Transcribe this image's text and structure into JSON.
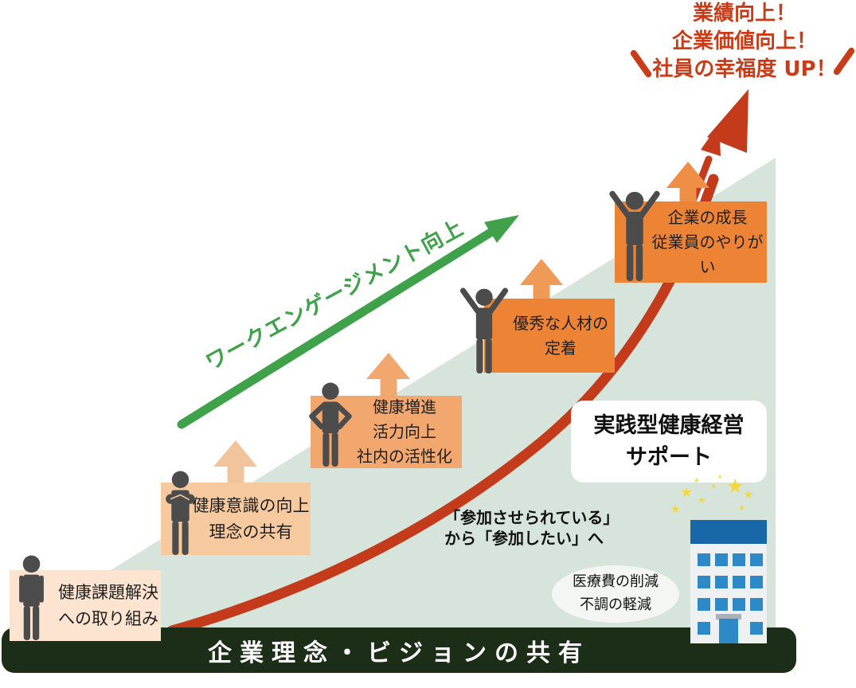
{
  "colors": {
    "mint_triangle": "#d7e4dc",
    "foundation_green": "#1c2d18",
    "growth_red": "#c33b1b",
    "engagement_green": "#3fa24b",
    "step_orange": "#ed8435",
    "step_orange_light": "#f1a76d",
    "step_peach": "#f6c99e",
    "step_peach_light": "#fce4d0",
    "person_gray": "#4c4c4c",
    "building_roof_blue": "#1767a9",
    "building_window_blue": "#2e8ac6",
    "star_yellow": "#f2d73e",
    "top_message_red": "#c93c17"
  },
  "top_message": {
    "lines": [
      "業績向上！",
      "企業価値向上！",
      "社員の幸福度 UP！"
    ]
  },
  "engagement_arrow_label": "ワークエンゲージメント向上",
  "steps": [
    {
      "label": "健康課題解決\nへの取り組み"
    },
    {
      "label": "健康意識の向上\n理念の共有"
    },
    {
      "label": "健康増進\n活力向上\n社内の活性化"
    },
    {
      "label": "優秀な人材の\n定着"
    },
    {
      "label": "企業の成長\n従業員のやりがい"
    }
  ],
  "support_box": {
    "label": "実践型健康経営\nサポート"
  },
  "participation_note": "「参加させられている」\nから「参加したい」へ",
  "benefits_ellipse": "医療費の削減\n不調の軽減",
  "foundation_bar": "企業理念・ビジョンの共有",
  "icons": {
    "star": "★"
  }
}
